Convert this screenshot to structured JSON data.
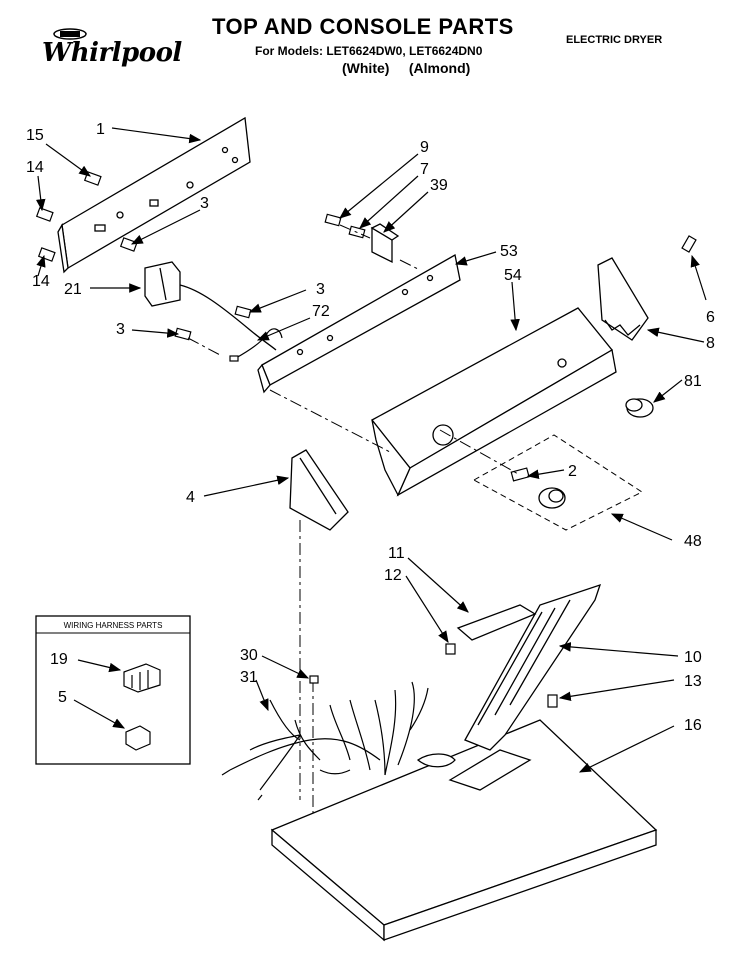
{
  "header": {
    "brand": "Whirlpool",
    "title": "TOP AND CONSOLE PARTS",
    "models": "For Models: LET6624DW0, LET6624DN0",
    "colors": "(White)     (Almond)",
    "product": "ELECTRIC DRYER"
  },
  "inset": {
    "title": "WIRING HARNESS PARTS"
  },
  "labels": {
    "p1": "1",
    "p2": "2",
    "p3a": "3",
    "p3b": "3",
    "p3c": "3",
    "p4": "4",
    "p5": "5",
    "p6": "6",
    "p7": "7",
    "p8": "8",
    "p9": "9",
    "p10": "10",
    "p11": "11",
    "p12": "12",
    "p13": "13",
    "p14a": "14",
    "p14b": "14",
    "p15": "15",
    "p16": "16",
    "p19": "19",
    "p21": "21",
    "p30": "30",
    "p31": "31",
    "p39": "39",
    "p48": "48",
    "p53": "53",
    "p54": "54",
    "p72": "72",
    "p81": "81"
  }
}
